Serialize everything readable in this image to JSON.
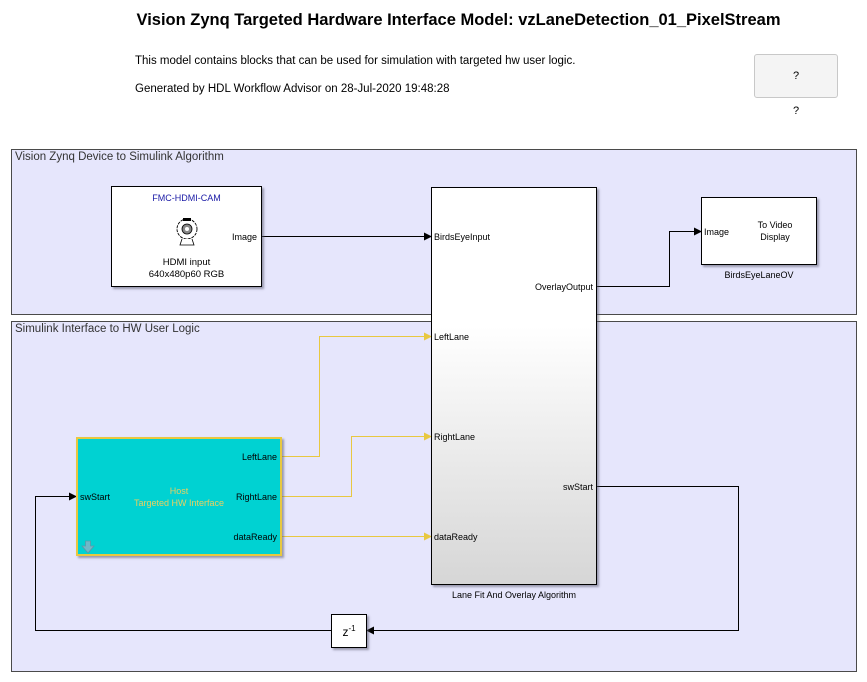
{
  "header": {
    "title": "Vision Zynq Targeted Hardware Interface Model: vzLaneDetection_01_PixelStream",
    "description": "This model contains blocks that can be used for simulation with targeted hw user logic.",
    "generated": "Generated by HDL Workflow Advisor on 28-Jul-2020 19:48:28",
    "help_button_label": "?",
    "help_caption": "?"
  },
  "areas": {
    "top": {
      "label": "Vision Zynq Device to Simulink Algorithm"
    },
    "bottom": {
      "label": "Simulink Interface to HW User Logic"
    }
  },
  "blocks": {
    "hdmi_source": {
      "title": "FMC-HDMI-CAM",
      "line1": "HDMI input",
      "line2": "640x480p60 RGB",
      "output_port": "Image",
      "icon": "webcam-icon",
      "title_color": "#1a1aa6"
    },
    "lane_fit": {
      "name": "Lane Fit And Overlay Algorithm",
      "inputs": [
        "BirdsEyeInput",
        "LeftLane",
        "RightLane",
        "dataReady"
      ],
      "outputs": [
        "OverlayOutput",
        "swStart"
      ]
    },
    "video_display": {
      "name": "BirdsEyeLaneOV",
      "input_port": "Image",
      "line1": "To Video",
      "line2": "Display"
    },
    "host_interface": {
      "line1": "Host",
      "line2": "Targeted HW Interface",
      "input_port": "swStart",
      "outputs": [
        "LeftLane",
        "RightLane",
        "dataReady"
      ],
      "icon": "down-arrow-icon",
      "fill_color": "#00d2d2",
      "border_color": "#e8c840"
    },
    "unit_delay": {
      "label": "z",
      "exponent": "-1"
    }
  },
  "colors": {
    "area_fill": "#e6e6fc",
    "signal_black": "#000000",
    "signal_yellow": "#e8c840"
  }
}
